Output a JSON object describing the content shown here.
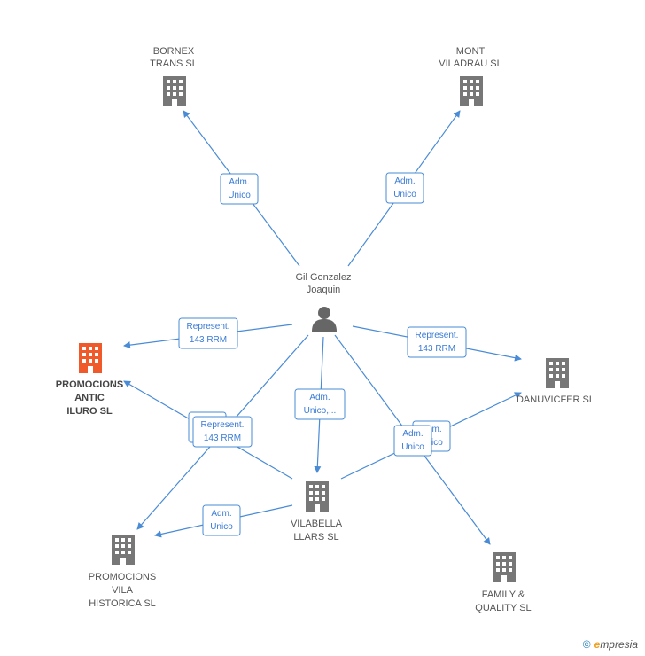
{
  "nodes": {
    "person": {
      "line1": "Gil Gonzalez",
      "line2": "Joaquin",
      "icon": "person-icon"
    },
    "bornex": {
      "line1": "BORNEX",
      "line2": "TRANS SL",
      "icon": "building-icon"
    },
    "mont": {
      "line1": "MONT",
      "line2": "VILADRAU SL",
      "icon": "building-icon"
    },
    "promocions_antic": {
      "line1": "PROMOCIONS",
      "line2": "ANTIC",
      "line3": "ILURO SL",
      "icon": "building-icon",
      "color": "#f05a2a"
    },
    "danuvicfer": {
      "line1": "DANUVICFER SL",
      "icon": "building-icon"
    },
    "vilabella": {
      "line1": "VILABELLA",
      "line2": "LLARS SL",
      "icon": "building-icon"
    },
    "promocions_vila": {
      "line1": "PROMOCIONS",
      "line2": "VILA",
      "line3": "HISTORICA SL",
      "icon": "building-icon"
    },
    "family": {
      "line1": "FAMILY &",
      "line2": "QUALITY SL",
      "icon": "building-icon"
    }
  },
  "edge_labels": {
    "bornex": {
      "line1": "Adm.",
      "line2": "Unico"
    },
    "mont": {
      "line1": "Adm.",
      "line2": "Unico"
    },
    "antic_person": {
      "line1": "Represent.",
      "line2": "143 RRM"
    },
    "danuvicfer_person": {
      "line1": "Represent.",
      "line2": "143 RRM"
    },
    "vilabella_person": {
      "line1": "Adm.",
      "line2": "Unico,..."
    },
    "antic_vilabella_back": {
      "line1": "",
      "line2": ""
    },
    "antic_vilabella": {
      "line1": "Represent.",
      "line2": "143 RRM"
    },
    "danuvicfer_vilabella_back": {
      "line1": "Adm.",
      "line2": "Unico"
    },
    "danuvicfer_vilabella": {
      "line1": "Adm.",
      "line2": "Unico"
    },
    "vila_vilabella": {
      "line1": "Adm.",
      "line2": "Unico"
    }
  },
  "colors": {
    "accent": "#4a8bd6",
    "node": "#777777",
    "highlight": "#f05a2a"
  },
  "footer": {
    "copyright": "©",
    "brand_e": "e",
    "brand_rest": "mpresia"
  }
}
